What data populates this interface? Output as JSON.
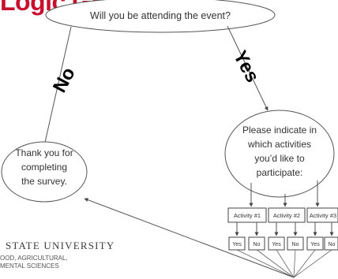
{
  "title": "Logic Graphic",
  "question": "Will you be attending the event?",
  "branches": {
    "no": "No",
    "yes": "Yes"
  },
  "thank_you": [
    "Thank you for",
    "completing",
    "the survey."
  ],
  "prompt": [
    "Please indicate in",
    "which activities",
    "you’d like to",
    "participate:"
  ],
  "activities": [
    {
      "label": "Activity #1",
      "yes": "Yes",
      "no": "No"
    },
    {
      "label": "Activity #2",
      "yes": "Yes",
      "no": "No"
    },
    {
      "label": "Activity #3",
      "yes": "Yes",
      "no": "No"
    }
  ],
  "footer": {
    "university": "STATE UNIVERSITY",
    "college_line1": "OOD, AGRICULTURAL,",
    "college_line2": "MENTAL SCIENCES"
  }
}
